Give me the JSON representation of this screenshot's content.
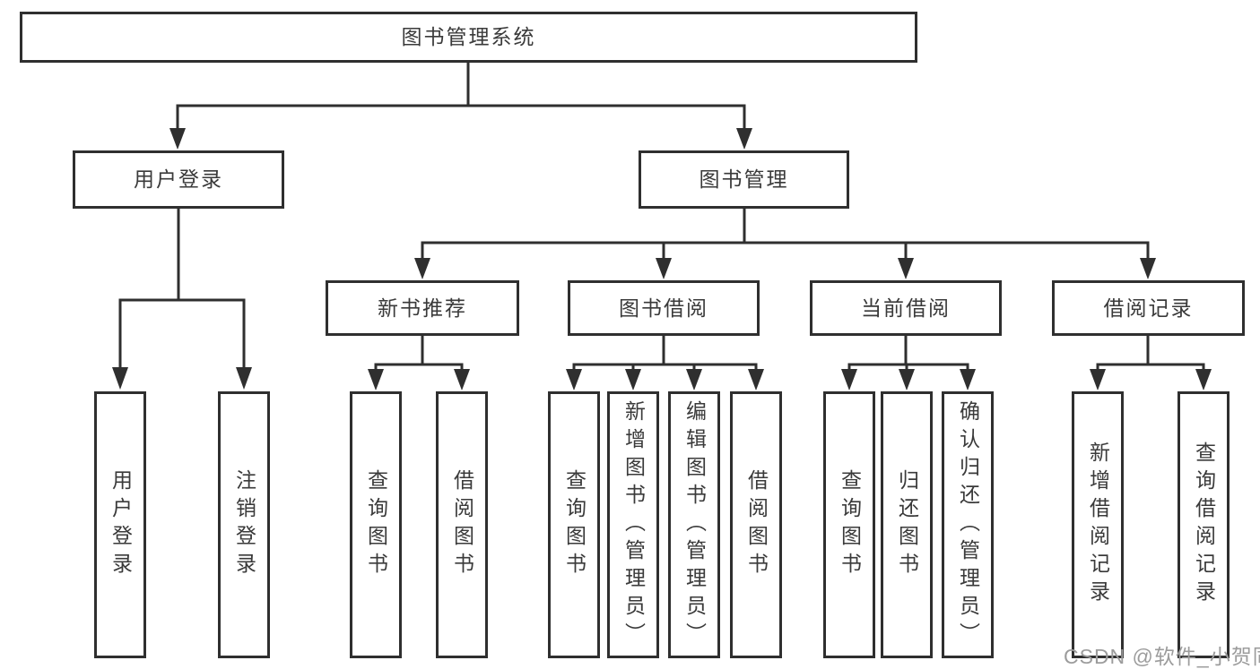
{
  "diagram": {
    "root": {
      "label": "图书管理系统"
    },
    "branches": [
      {
        "label": "用户登录",
        "children": [
          {
            "label": "用户登录"
          },
          {
            "label": "注销登录"
          }
        ]
      },
      {
        "label": "图书管理",
        "children": [
          {
            "label": "新书推荐",
            "children": [
              {
                "label": "查询图书"
              },
              {
                "label": "借阅图书"
              }
            ]
          },
          {
            "label": "图书借阅",
            "children": [
              {
                "label": "查询图书"
              },
              {
                "label": "新增图书（管理员）"
              },
              {
                "label": "编辑图书（管理员）"
              },
              {
                "label": "借阅图书"
              }
            ]
          },
          {
            "label": "当前借阅",
            "children": [
              {
                "label": "查询图书"
              },
              {
                "label": "归还图书"
              },
              {
                "label": "确认归还（管理员）"
              }
            ]
          },
          {
            "label": "借阅记录",
            "children": [
              {
                "label": "新增借阅记录"
              },
              {
                "label": "查询借阅记录"
              }
            ]
          }
        ]
      }
    ]
  },
  "watermark": {
    "text": "CSDN @软件_小贺同学"
  },
  "colors": {
    "line": "#2f2f2f",
    "text": "#3a3a3a",
    "watermark": "#9c9c9c",
    "background": "#ffffff"
  }
}
